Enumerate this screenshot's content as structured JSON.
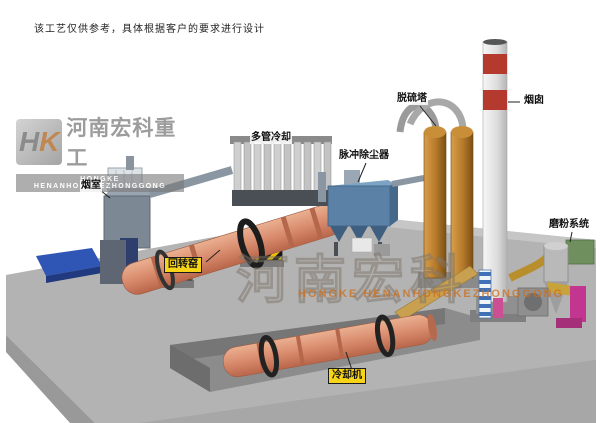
{
  "note": "该工艺仅供参考，具体根据客户的要求进行设计",
  "logo": {
    "monogram_h": "H",
    "monogram_k": "K",
    "company_cn": "河南宏科重工",
    "company_en": "HONGKE HENANHONGKEZHONGGONG"
  },
  "watermark": {
    "center_cn": "河南宏科",
    "center_en": "HONGKE HENANHONGKEZHONGGONG"
  },
  "labels": {
    "smoke_chamber": "烟室",
    "rotary_kiln": "回转窑",
    "multi_tube_cooler": "多管冷却",
    "pulse_dust_collector": "脉冲除尘器",
    "desulfurization_tower": "脱硫塔",
    "chimney": "烟囱",
    "grinding_system": "磨粉系统",
    "cooling_machine": "冷却机"
  },
  "colors": {
    "kiln": "#dd8f74",
    "dust_collector": "#5b82a6",
    "tower": "#c08030",
    "chimney_band": "#b53a2e",
    "label_highlight": "#f7d417",
    "platform": "#b3b3b3"
  }
}
